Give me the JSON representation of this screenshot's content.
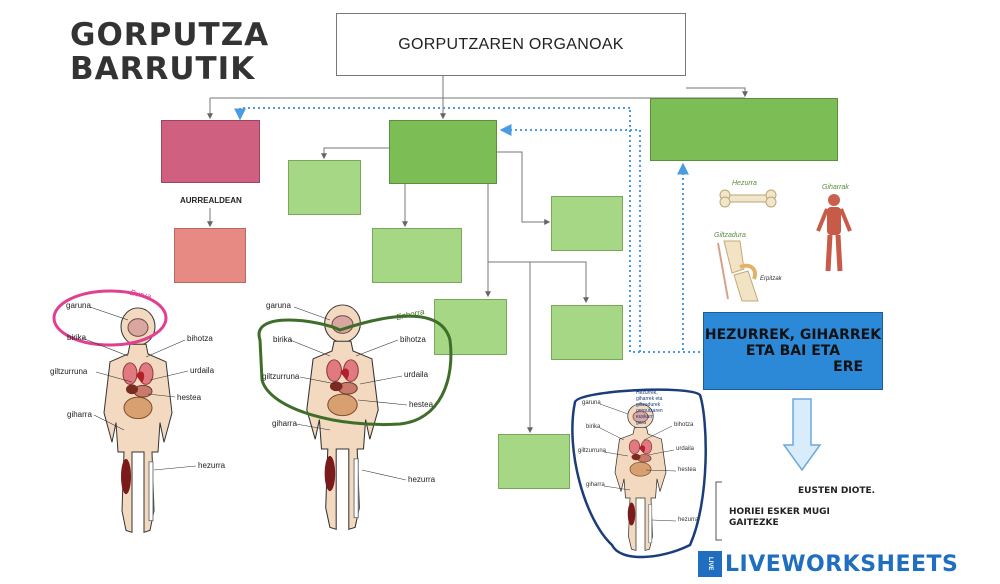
{
  "title": {
    "line1": "GORPUTZA",
    "line2": "BARRUTIK"
  },
  "main_box": {
    "label": "GORPUTZAREN ORGANOAK"
  },
  "aurrealdean_label": "AURREALDEAN",
  "blue_box": {
    "line1": "HEZURREK, GIHARREK",
    "line2": "ETA BAI ETA",
    "line3": "ERE"
  },
  "eusten_label": "EUSTEN DIOTE.",
  "horiei_label": {
    "line1": "HORIEI ESKER MUGI",
    "line2": "GAITEZKE"
  },
  "illustrations": {
    "hezurra_tag": "Hezurra",
    "giharrak_tag": "Giharrak",
    "giltzadura_tag": "Giltzadura",
    "erpitza_tag": "Erpitzak"
  },
  "figure1": {
    "region_tag": "Burua",
    "labels": {
      "garuna": "garuna",
      "bihotza": "bihotza",
      "birika": "birika",
      "urdaila": "urdaila",
      "giltzurruna": "giltzurruna",
      "hestea": "hestea",
      "giharra": "giharra",
      "hezurra": "hezurra"
    }
  },
  "figure2": {
    "region_tag": "Enborra",
    "labels": {
      "garuna": "garuna",
      "bihotza": "bihotza",
      "birika": "birika",
      "urdaila": "urdaila",
      "giltzurruna": "giltzurruna",
      "hestea": "hestea",
      "giharra": "giharra",
      "hezurra": "hezurra"
    }
  },
  "figure3": {
    "caption_line1": "Hezurrek, giharrek eta giltzadurek",
    "caption_line2": "gorputzaren euskarri gara",
    "labels": {
      "garuna": "garuna",
      "bihotza": "bihotza",
      "birika": "birika",
      "urdaila": "urdaila",
      "giltzurruna": "giltzurruna",
      "hestea": "hestea",
      "giharra": "giharra",
      "hezurra": "hezurra"
    }
  },
  "logo": {
    "badge": "LIVE",
    "text": "LIVEWORKSHEETS"
  },
  "colors": {
    "green_dark": "#7cbd55",
    "green_light": "#a6d784",
    "pink": "#d0607f",
    "salmon": "#e88a84",
    "blue": "#2b89d8",
    "arrow_dotted": "#4a9be0",
    "brand": "#1f6ebf"
  }
}
